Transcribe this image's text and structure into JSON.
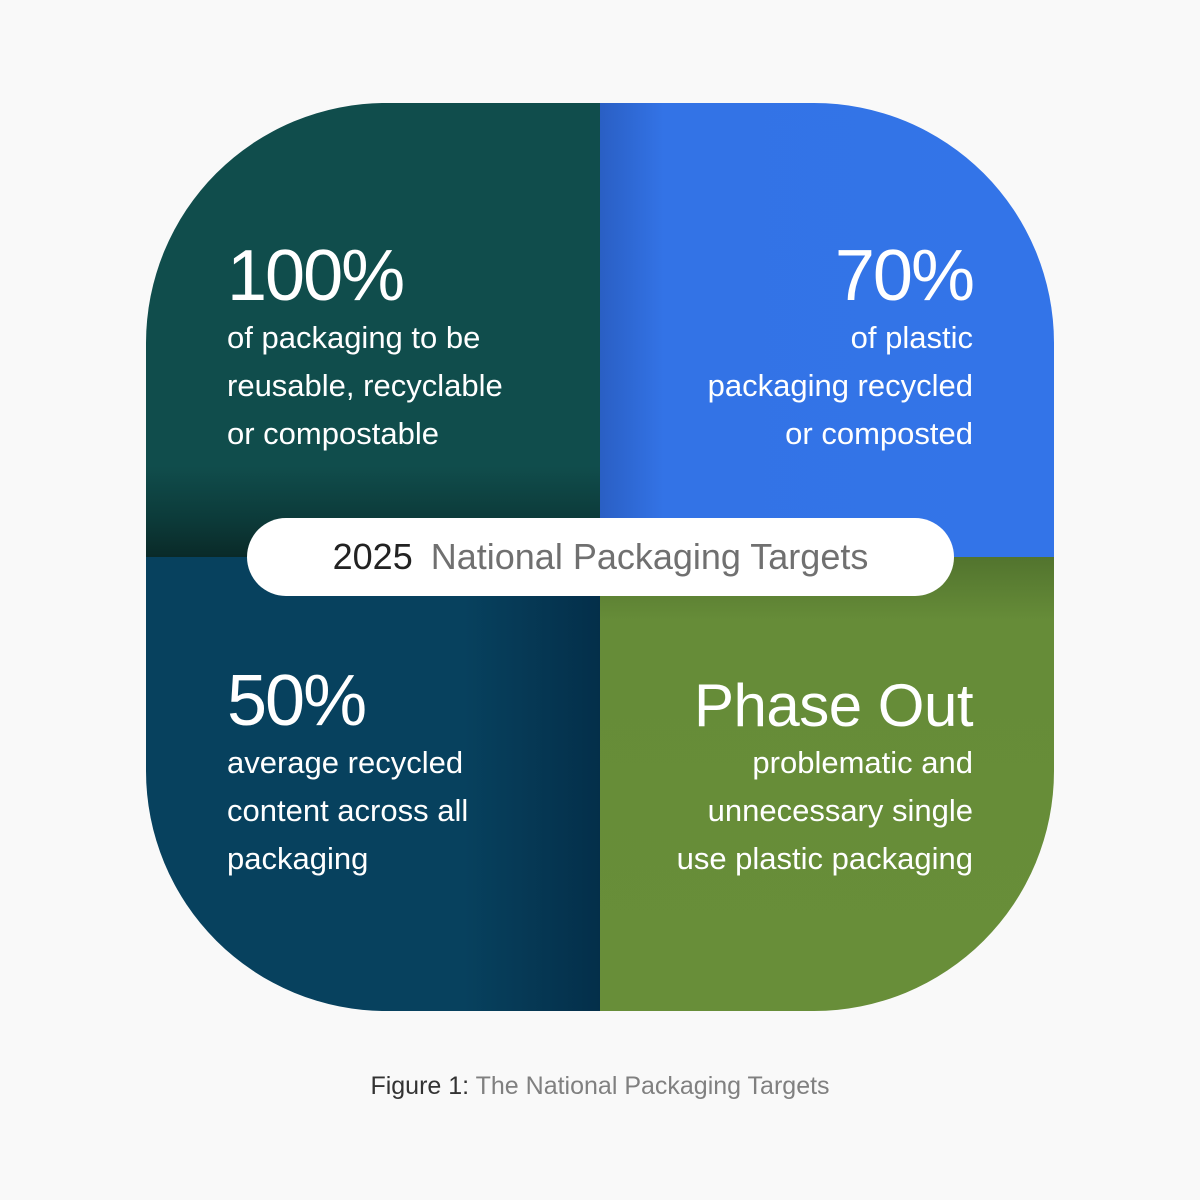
{
  "graphic": {
    "title": {
      "year": "2025",
      "text": "National Packaging Targets"
    },
    "quadrants": [
      {
        "position": "top-left",
        "headline": "100%",
        "description": "of packaging to be\nreusable, recyclable\nor compostable",
        "color": "#104d4c"
      },
      {
        "position": "top-right",
        "headline": "70%",
        "description": "of plastic\npackaging recycled\nor composted",
        "color": "#3374e8"
      },
      {
        "position": "bottom-left",
        "headline": "50%",
        "description": "average recycled\ncontent across all\npackaging",
        "color": "#07415e"
      },
      {
        "position": "bottom-right",
        "headline": "Phase Out",
        "description": "problematic and\nunnecessary single\nuse plastic packaging",
        "color": "#688e39"
      }
    ]
  },
  "caption": {
    "label": "Figure 1:",
    "text": "The National Packaging Targets"
  }
}
